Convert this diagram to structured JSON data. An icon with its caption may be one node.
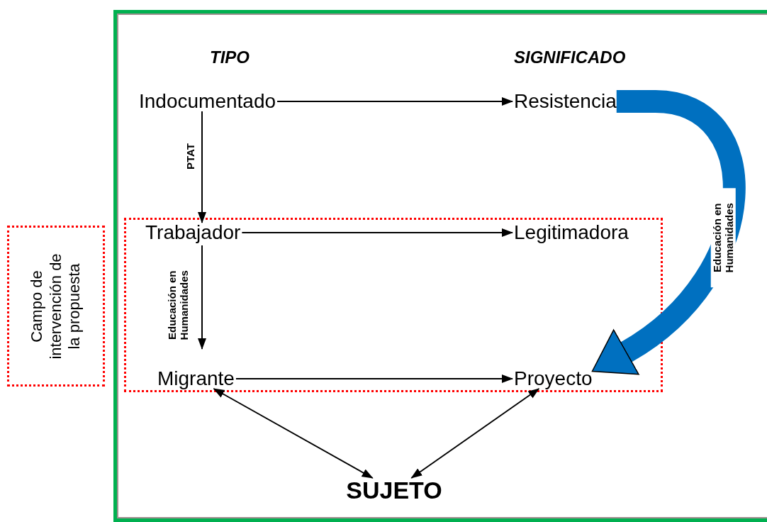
{
  "diagram": {
    "nodes": [
      {
        "text": [],
        "shape": "box"
      },
      {
        "text": [
          "Indocumentado"
        ],
        "in": 0
      },
      {
        "text": [
          "Resistencia"
        ],
        "in": 0
      },
      {
        "text": [],
        "shape": "box",
        "in": 0
      },
      {
        "text": [
          "Trabajador"
        ],
        "in": 3
      },
      {
        "text": [
          "Legitimadora"
        ],
        "in": 3
      },
      {
        "text": [
          "Migrante"
        ],
        "in": 3
      },
      {
        "text": [
          "Proyecto"
        ],
        "in": 3
      },
      {
        "text": [
          "SUJETO"
        ],
        "in": 0
      },
      {
        "text": [
          "Campo de intervención de la propuesta"
        ]
      }
    ],
    "edges": [
      {
        "from": 1,
        "to": 2,
        "arrow": "to"
      },
      {
        "from": 1,
        "to": 4,
        "arrow": "to",
        "label": "PTAT"
      },
      {
        "from": 4,
        "to": 5,
        "arrow": "to"
      },
      {
        "from": 4,
        "to": 6,
        "arrow": "to",
        "label": "Educación en Humanidades"
      },
      {
        "from": 6,
        "to": 7,
        "arrow": "to"
      },
      {
        "from": 6,
        "to": 8,
        "arrow": "both"
      },
      {
        "from": 7,
        "to": 8,
        "arrow": "both"
      },
      {
        "from": 2,
        "to": 7,
        "arrow": "to",
        "label": "Educación en Humanidades",
        "style": "thick",
        "color": "#0070c0"
      }
    ],
    "labels": [
      "TIPO",
      "SIGNIFICADO"
    ]
  }
}
